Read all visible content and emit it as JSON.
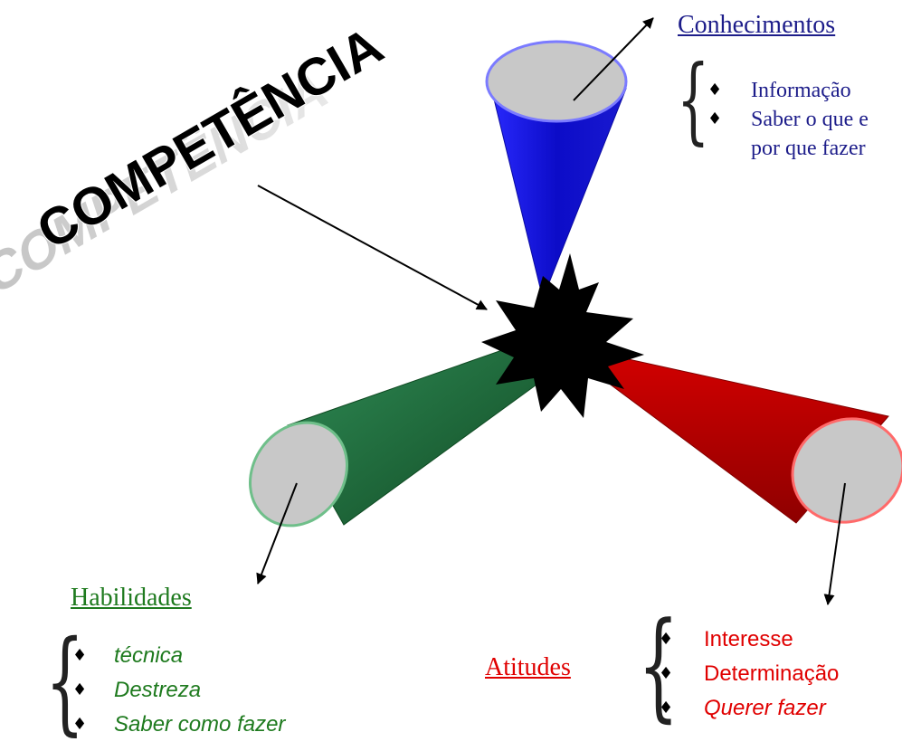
{
  "title": "COMPETÊNCIA",
  "conhecimentos": {
    "heading": "Conhecimentos",
    "items": [
      "Informação",
      "Saber o que e",
      "por que fazer"
    ],
    "color": "#1d1d8a"
  },
  "habilidades": {
    "heading": "Habilidades",
    "items": [
      "técnica",
      "Destreza",
      "Saber como fazer"
    ],
    "color": "#1e7a1e"
  },
  "atitudes": {
    "heading": "Atitudes",
    "items": [
      "Interesse",
      "Determinação",
      "Querer fazer"
    ],
    "color": "#e00000"
  },
  "bullet_glyph": "♦",
  "brace_glyph": "{",
  "colors": {
    "blue_cone": "#1010d8",
    "green_cone": "#1f6a38",
    "red_cone": "#c80000",
    "cone_face": "#c8c8c8",
    "star": "#000000"
  }
}
